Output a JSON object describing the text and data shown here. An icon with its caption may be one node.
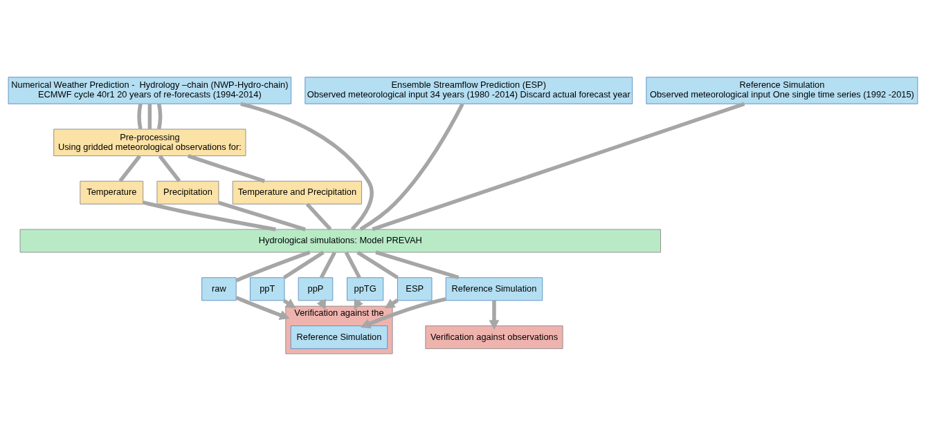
{
  "diagram": {
    "nodes": [
      {
        "text": [
          "Numerical Weather Prediction -  Hydrology –chain (NWP-Hydro-chain)",
          "ECMWF cycle 40r1 20 years of re-forecasts (1994-2014)"
        ]
      },
      {
        "text": [
          "Ensemble Streamflow Prediction (ESP)",
          "Observed meteorological input 34 years (1980 -2014) Discard actual forecast year"
        ]
      },
      {
        "text": [
          "Reference Simulation",
          "Observed meteorological input One single time series (1992 -2015)"
        ]
      },
      {
        "text": [
          "Pre-processing",
          "Using gridded meteorological observations for:"
        ]
      },
      {
        "text": [
          "Temperature"
        ]
      },
      {
        "text": [
          "Precipitation"
        ]
      },
      {
        "text": [
          "Temperature and Precipitation"
        ]
      },
      {
        "text": [
          "Hydrological simulations: Model PREVAH"
        ]
      },
      {
        "text": [
          "raw"
        ]
      },
      {
        "text": [
          "ppT"
        ]
      },
      {
        "text": [
          "ppP"
        ]
      },
      {
        "text": [
          "ppTG"
        ]
      },
      {
        "text": [
          "ESP"
        ]
      },
      {
        "text": [
          "Reference Simulation"
        ]
      },
      {
        "text": [
          "Verification against the"
        ]
      },
      {
        "text": [
          "Reference Simulation"
        ],
        "in": 14
      },
      {
        "text": [
          "Verification against observations"
        ]
      }
    ],
    "edges": [
      {
        "from": 0,
        "to": 3,
        "arrow": "none"
      },
      {
        "from": 0,
        "to": 3,
        "arrow": "none"
      },
      {
        "from": 0,
        "to": 3,
        "arrow": "none"
      },
      {
        "from": 3,
        "to": 4,
        "arrow": "none"
      },
      {
        "from": 3,
        "to": 5,
        "arrow": "none"
      },
      {
        "from": 3,
        "to": 6,
        "arrow": "none"
      },
      {
        "from": 0,
        "to": 7,
        "arrow": "none"
      },
      {
        "from": 4,
        "to": 7,
        "arrow": "none"
      },
      {
        "from": 5,
        "to": 7,
        "arrow": "none"
      },
      {
        "from": 6,
        "to": 7,
        "arrow": "none"
      },
      {
        "from": 1,
        "to": 7,
        "arrow": "none"
      },
      {
        "from": 2,
        "to": 7,
        "arrow": "none"
      },
      {
        "from": 7,
        "to": 8,
        "arrow": "none"
      },
      {
        "from": 7,
        "to": 9,
        "arrow": "none"
      },
      {
        "from": 7,
        "to": 10,
        "arrow": "none"
      },
      {
        "from": 7,
        "to": 11,
        "arrow": "none"
      },
      {
        "from": 7,
        "to": 12,
        "arrow": "none"
      },
      {
        "from": 7,
        "to": 13,
        "arrow": "none"
      },
      {
        "from": 8,
        "to": 14,
        "arrow": "to"
      },
      {
        "from": 9,
        "to": 14,
        "arrow": "to"
      },
      {
        "from": 10,
        "to": 14,
        "arrow": "to"
      },
      {
        "from": 11,
        "to": 14,
        "arrow": "to"
      },
      {
        "from": 12,
        "to": 14,
        "arrow": "to"
      },
      {
        "from": 13,
        "to": 16,
        "arrow": "to"
      },
      {
        "from": 13,
        "to": 15,
        "arrow": "to"
      }
    ]
  }
}
